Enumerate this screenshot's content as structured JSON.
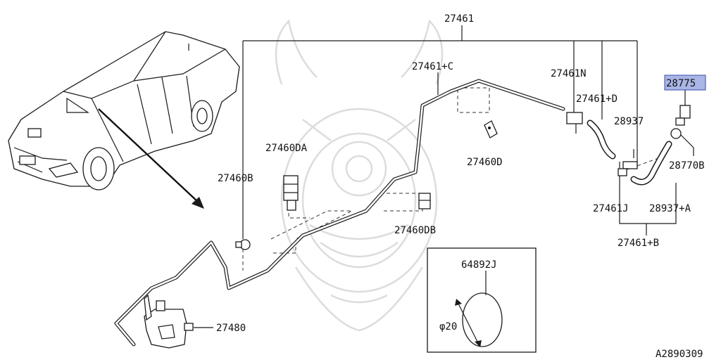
{
  "labels": {
    "p27461": "27461",
    "p27461c": "27461+C",
    "p27461n": "27461N",
    "p27461d": "27461+D",
    "p28937": "28937",
    "p28775": "28775",
    "p28770b": "28770B",
    "p27460da": "27460DA",
    "p27460b": "27460B",
    "p27460d": "27460D",
    "p27460db": "27460DB",
    "p27461j": "27461J",
    "p28937a": "28937+A",
    "p27461b": "27461+B",
    "p27480": "27480",
    "p64892j": "64892J",
    "phi20": "φ20",
    "figure_code": "A2890309"
  },
  "highlight": {
    "color": "#a9b6e6",
    "part": "28775"
  }
}
